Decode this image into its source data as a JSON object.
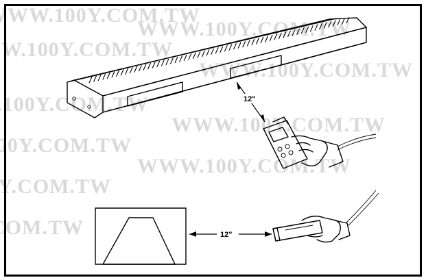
{
  "watermark": {
    "text": "WWW.100Y.COM.TW"
  },
  "diagram": {
    "top_distance_label": "12\"",
    "bottom_distance_label": "12\""
  },
  "colors": {
    "ink": "#000000",
    "watermark": "#d9d9d9",
    "background": "#ffffff"
  }
}
